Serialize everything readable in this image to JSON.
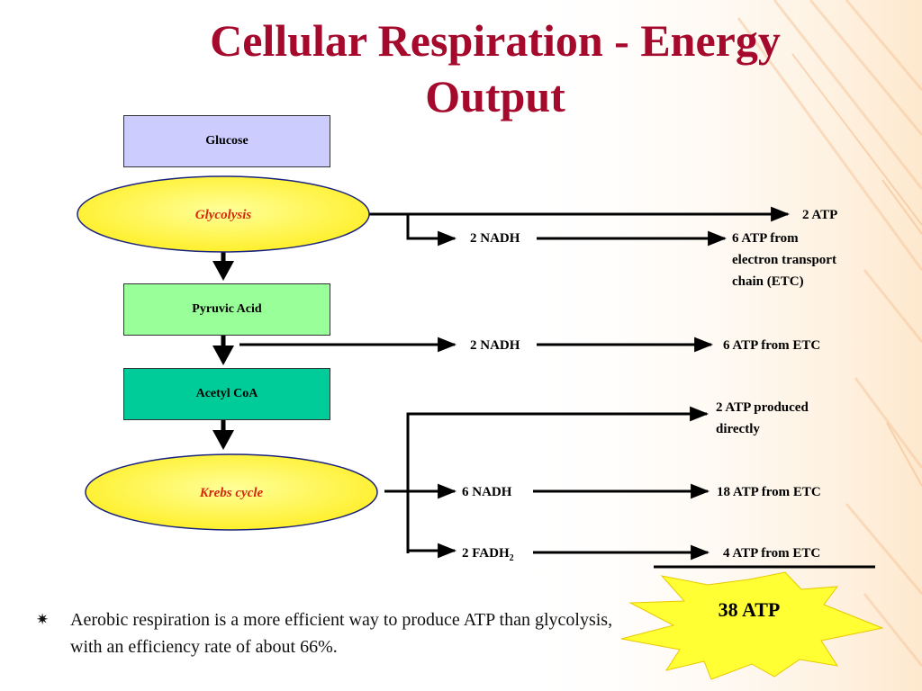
{
  "title": {
    "line1": "Cellular Respiration - Energy",
    "line2": "Output"
  },
  "boxes": {
    "glucose": "Glucose",
    "pyruvic_acid": "Pyruvic Acid",
    "acetyl_coa": "Acetyl CoA"
  },
  "ovals": {
    "glycolysis": "Glycolysis",
    "krebs": "Krebs cycle"
  },
  "labels": {
    "glycolysis_atp": "2 ATP",
    "glycolysis_nadh": "2 NADH",
    "glycolysis_etc_line1": "6 ATP from",
    "glycolysis_etc_line2": "electron transport",
    "glycolysis_etc_line3": "chain (ETC)",
    "pyruvate_nadh": "2 NADH",
    "pyruvate_etc": "6 ATP from ETC",
    "krebs_atp_line1": "2 ATP produced",
    "krebs_atp_line2": "directly",
    "krebs_nadh": "6 NADH",
    "krebs_nadh_etc": "18 ATP from ETC",
    "krebs_fadh_base": "2 FADH",
    "krebs_fadh_sub": "2",
    "krebs_fadh_etc": "4 ATP from ETC"
  },
  "total": "38 ATP",
  "note": {
    "bullet": "✷",
    "text": "Aerobic respiration is a more efficient way to produce ATP than glycolysis, with an efficiency rate of about 66%."
  },
  "colors": {
    "title": "#a50a2d",
    "glucose_box": "#ccccff",
    "pyruvic_box": "#99ff99",
    "acetyl_box": "#00cc99",
    "oval_fill": "#ffff66",
    "oval_text": "#d42a10",
    "starburst": "#ffff33"
  }
}
